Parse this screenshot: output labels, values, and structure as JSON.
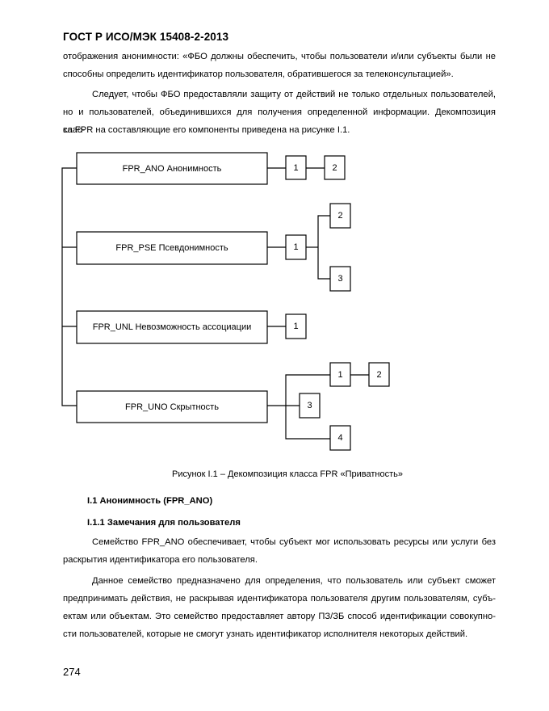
{
  "header": {
    "title": "ГОСТ Р ИСО/МЭК 15408-2-2013"
  },
  "intro": {
    "line1": "отображения анонимности: «ФБО должны обеспечить, чтобы пользователи и/или субъекты были не",
    "line2": "способны определить идентификатор пользователя, обратившегося за телеконсультацией»."
  },
  "para2": {
    "line1": "Следует, чтобы ФБО предоставляли защиту от действий не только отдельных пользователей,",
    "line2": "но и пользователей, объединившихся для получения определенной информации. Декомпозиция клас-",
    "line3": "са FPR на составляющие его компоненты приведена на рисунке I.1."
  },
  "diagram": {
    "families": [
      {
        "label": "FPR_ANO Анонимность",
        "components": [
          "1",
          "2"
        ]
      },
      {
        "label": "FPR_PSE Псевдонимность",
        "components": [
          "1",
          "2",
          "3"
        ]
      },
      {
        "label": "FPR_UNL Невозможность ассоциации",
        "components": [
          "1"
        ]
      },
      {
        "label": "FPR_UNO Скрытность",
        "components": [
          "1",
          "2",
          "3",
          "4"
        ]
      }
    ]
  },
  "caption": "Рисунок I.1 – Декомпозиция класса FPR «Приватность»",
  "section": {
    "heading": "I.1  Анонимность (FPR_ANO)",
    "subheading": "I.1.1  Замечания для пользователя",
    "para1": {
      "line1": "Семейство FPR_ANO обеспечивает, чтобы субъект мог использовать ресурсы или услуги без",
      "line2": "раскрытия идентификатора его пользователя."
    },
    "para2": {
      "line1": "Данное семейство предназначено для определения, что пользователь или субъект сможет",
      "line2": "предпринимать действия, не раскрывая идентификатора пользователя другим пользователям, субъ-",
      "line3": "ектам или объектам. Это семейство предоставляет автору ПЗ/ЗБ способ идентификации совокупно-",
      "line4": "сти пользователей, которые не смогут узнать идентификатор исполнителя некоторых действий."
    }
  },
  "page_number": "274"
}
